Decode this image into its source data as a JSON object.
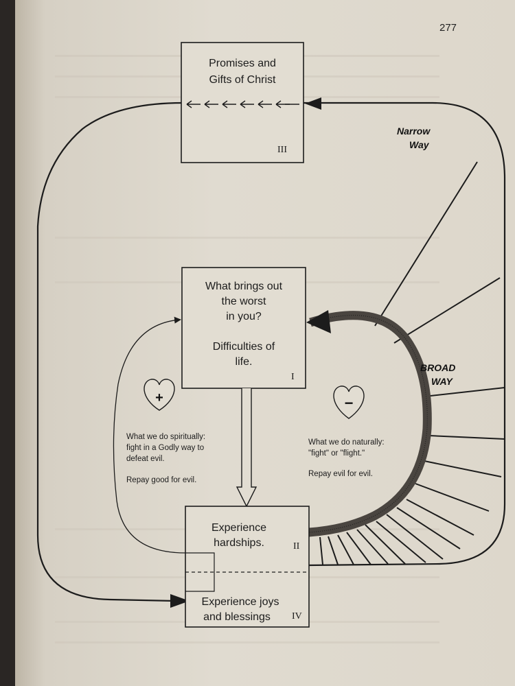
{
  "page_number": "277",
  "boxes": {
    "promises": {
      "lines": [
        "Promises and",
        "Gifts of Christ"
      ],
      "numeral": "III"
    },
    "worst": {
      "lines": [
        "What brings out",
        "the worst",
        "in you?",
        "",
        "Difficulties of",
        "life."
      ],
      "numeral": "I"
    },
    "hardships": {
      "lines": [
        "Experience",
        "hardships."
      ],
      "numeral": "II"
    },
    "joys": {
      "lines": [
        "Experience joys",
        "and blessings"
      ],
      "numeral": "IV"
    }
  },
  "paths": {
    "narrow": [
      "Narrow",
      "Way"
    ],
    "broad": [
      "BROAD",
      "WAY"
    ]
  },
  "hearts": {
    "plus": {
      "symbol": "+",
      "lines": [
        "What we do spiritually:",
        "fight in a Godly way to",
        "defeat evil.",
        "",
        "Repay good for evil."
      ]
    },
    "minus": {
      "symbol": "−",
      "lines": [
        "What we do naturally:",
        "\"fight\" or \"flight.\"",
        "",
        "Repay evil for evil."
      ]
    }
  },
  "colors": {
    "ink": "#1c1c1c",
    "paper": "#ddd7cb"
  }
}
